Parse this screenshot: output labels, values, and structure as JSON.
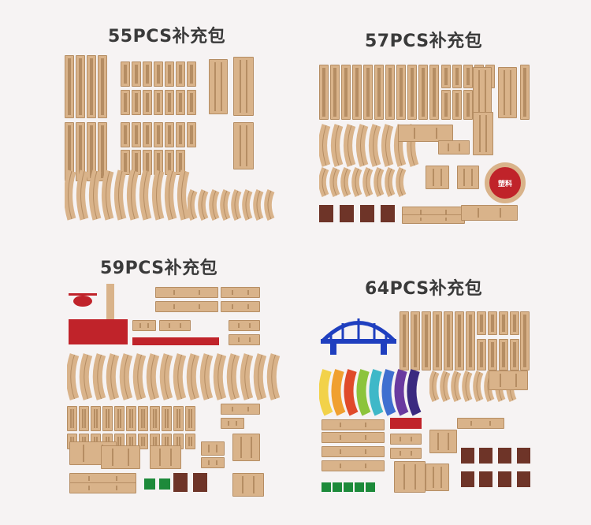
{
  "packs": [
    {
      "title": "55PCS补充包"
    },
    {
      "title": "57PCS补充包"
    },
    {
      "title": "59PCS补充包"
    },
    {
      "title": "64PCS补充包"
    }
  ],
  "turntable_label": "塑料",
  "colors": {
    "wood": "#d9b38a",
    "groove": "#b58d63",
    "red": "#c0232a",
    "support": "#6e3428",
    "bridge": "#1f3fbf"
  }
}
